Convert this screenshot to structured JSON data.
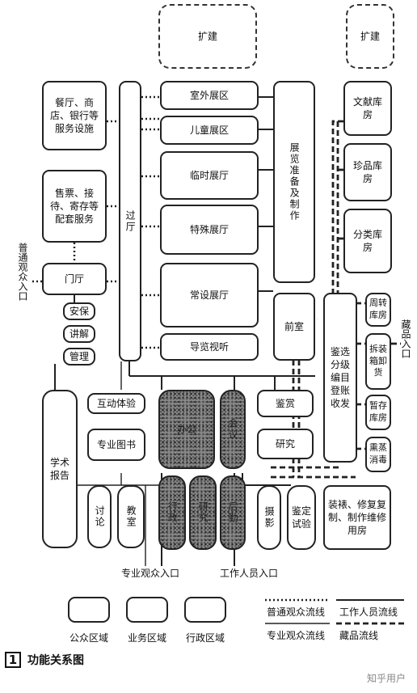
{
  "expansion_left": "扩建",
  "expansion_right": "扩建",
  "services": "餐厅、商店、银行等服务设施",
  "ticketing": "售票、接待、寄存等配套服务",
  "lobby": "过厅",
  "gatehall": "门厅",
  "security": "安保",
  "guide_talk": "讲解",
  "management": "管理",
  "exhibits": {
    "outdoor": "室外展区",
    "children": "儿童展区",
    "temporary": "临时展厅",
    "special": "特殊展厅",
    "permanent": "常设展厅",
    "av_guide": "导览视听"
  },
  "prep": "展览准备及制作",
  "anteroom": "前室",
  "storage": {
    "documents": "文献库房",
    "treasures": "珍品库房",
    "classified": "分类库房"
  },
  "processing": "鉴选分级编目登账收发",
  "turnover": "周转库房",
  "unpacking": "拆装箱卸货",
  "temp_storage": "暂存库房",
  "fumigation": "熏蒸消毒",
  "interactive": "互动体验",
  "library": "专业图书",
  "lecture": "学术报告",
  "discussion": "讨论",
  "classroom": "教室",
  "admin_1": "办公",
  "admin_2": "会议",
  "admin_3": "行政",
  "admin_4": "研究",
  "admin_5": "后勤",
  "appreciation": "鉴赏",
  "research": "研究",
  "photography": "摄影",
  "appraisal": "鉴定试验",
  "restoration": "装裱、修复复制、制作维修用房",
  "entry_public": "普通观众入口",
  "entry_collections": "藏品入口",
  "entry_professional": "专业观众入口",
  "entry_staff": "工作人员入口",
  "legend": {
    "public_area": "公众区域",
    "business_area": "业务区域",
    "admin_area": "行政区域",
    "flow_public": "普通观众流线",
    "flow_staff": "工作人员流线",
    "flow_professional": "专业观众流线",
    "flow_collections": "藏品流线"
  },
  "caption_number": "1",
  "caption": "功能关系图",
  "watermark": "知乎用户"
}
